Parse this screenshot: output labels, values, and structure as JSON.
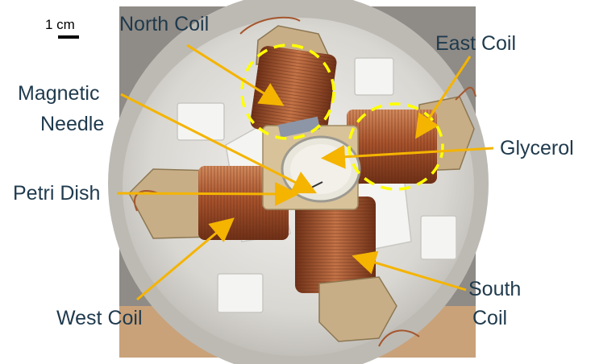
{
  "scale_bar": {
    "text": "1 cm"
  },
  "labels": {
    "north_coil": "North Coil",
    "east_coil": "East Coil",
    "magnetic_needle_line1": "Magnetic",
    "magnetic_needle_line2": "Needle",
    "glycerol": "Glycerol",
    "petri_dish": "Petri Dish",
    "west_coil": "West Coil",
    "south_coil_line1": "South",
    "south_coil_line2": "Coil"
  },
  "colors": {
    "label_text": "#1f3a4d",
    "arrow": "#f4b400",
    "highlight_circle": "#ffff00",
    "copper": "#b5623a",
    "housing": "#c8c4bd"
  }
}
